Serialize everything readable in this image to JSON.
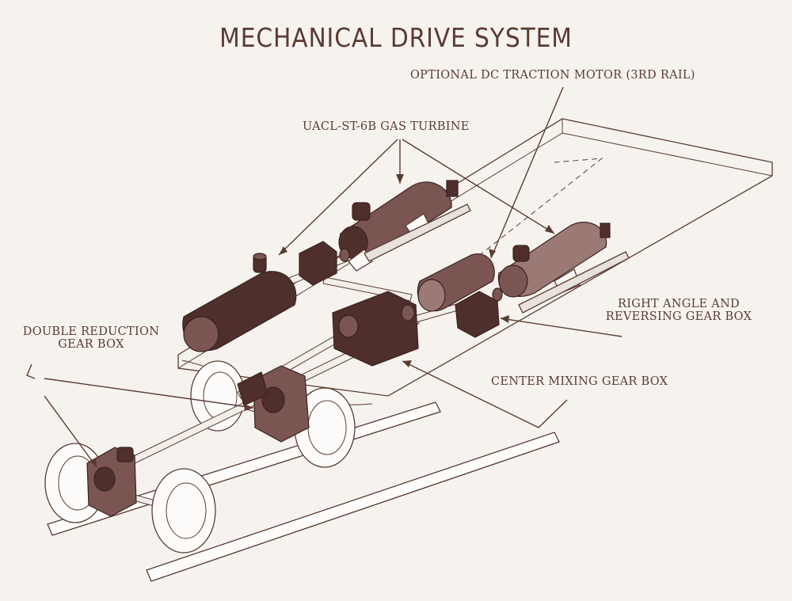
{
  "title": "MECHANICAL DRIVE SYSTEM",
  "labels": {
    "traction_motor": "OPTIONAL DC TRACTION MOTOR (3RD RAIL)",
    "gas_turbine": "UACL-ST-6B GAS TURBINE",
    "double_reduction_line1": "DOUBLE REDUCTION",
    "double_reduction_line2": "GEAR BOX",
    "right_angle_line1": "RIGHT ANGLE AND",
    "right_angle_line2": "REVERSING GEAR BOX",
    "center_mixing": "CENTER MIXING GEAR BOX"
  },
  "colors": {
    "background": "#f6f3ef",
    "ink": "#5a3b31",
    "component_dark": "#4e2f2c",
    "component_mid": "#7a5552"
  }
}
